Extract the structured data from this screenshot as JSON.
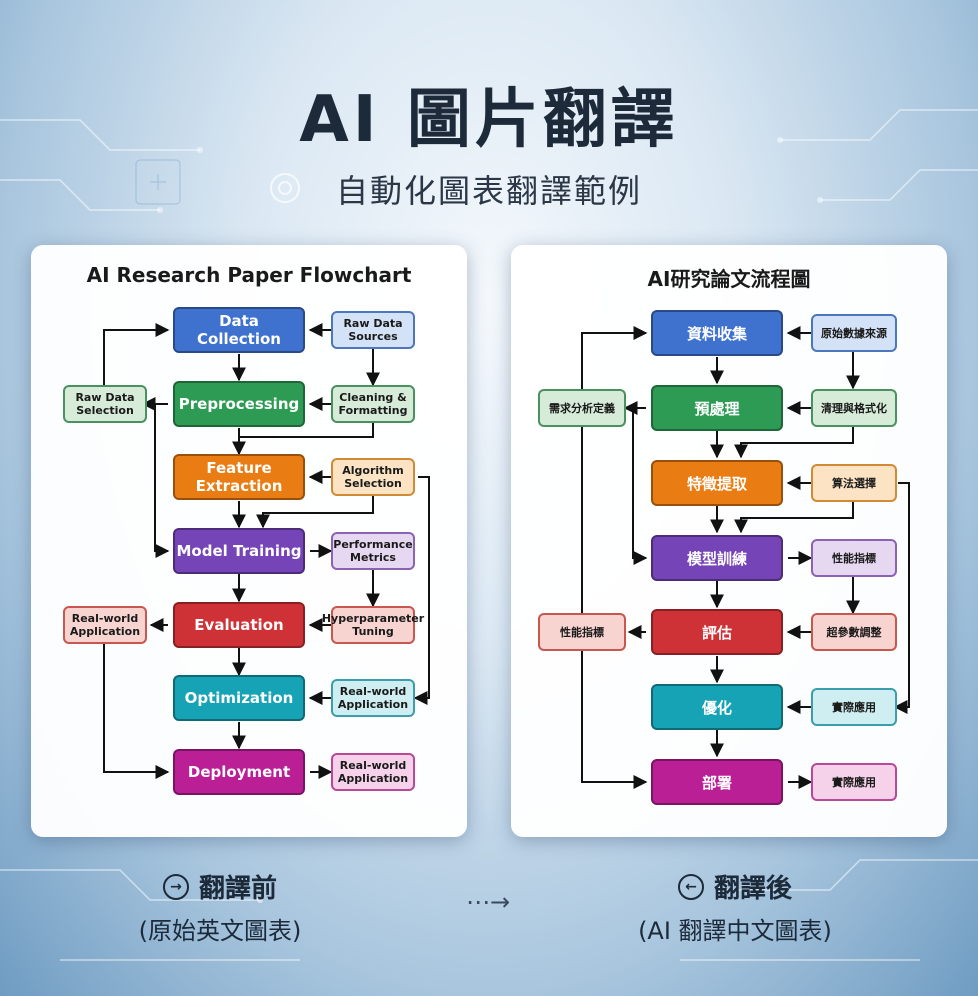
{
  "header": {
    "title": "AI 圖片翻譯",
    "subtitle": "自動化圖表翻譯範例"
  },
  "left_panel": {
    "title": "AI Research Paper Flowchart",
    "main": [
      "Data Collection",
      "Preprocessing",
      "Feature Extraction",
      "Model Training",
      "Evaluation",
      "Optimization",
      "Deployment"
    ],
    "side_right": [
      "Raw Data Sources",
      "Cleaning & Formatting",
      "Algorithm Selection",
      "Performance Metrics",
      "Hyperparameter Tuning",
      "Real-world Application",
      "Real-world Application"
    ],
    "side_left": [
      "Raw Data Selection",
      "Real-world Application"
    ]
  },
  "right_panel": {
    "title": "AI研究論文流程圖",
    "main": [
      "資料收集",
      "預處理",
      "特徵提取",
      "模型訓練",
      "評估",
      "優化",
      "部署"
    ],
    "side_right": [
      "原始數據來源",
      "清理與格式化",
      "算法選擇",
      "性能指標",
      "超參數調整",
      "實際應用",
      "實際應用"
    ],
    "side_left": [
      "需求分析定義",
      "性能指標"
    ]
  },
  "captions": {
    "before_label": "翻譯前",
    "before_sub": "(原始英文圖表)",
    "after_label": "翻譯後",
    "after_sub": "(AI 翻譯中文圖表)",
    "before_icon": "arrow-right-circle-icon",
    "after_icon": "arrow-left-circle-icon"
  },
  "colors": {
    "blue": "#3f72cf",
    "green": "#2e9b55",
    "orange": "#e97d14",
    "purple": "#7544b7",
    "red": "#cf3236",
    "teal": "#17a3b6",
    "magenta": "#bb1f95"
  }
}
